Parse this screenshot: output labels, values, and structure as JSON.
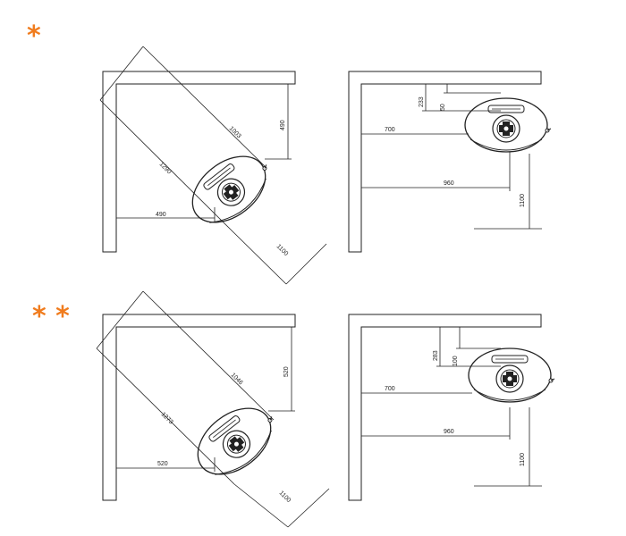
{
  "accent_color": "#f07c1e",
  "markers": {
    "first": "*",
    "second": "* *"
  },
  "diagrams": {
    "top_left": {
      "d1": "1003",
      "d2": "1290",
      "d3": "490",
      "d4": "490",
      "d5": "1100"
    },
    "top_right": {
      "d1": "233",
      "d2": "50",
      "d3": "700",
      "d4": "960",
      "d5": "1100"
    },
    "bottom_left": {
      "d1": "1046",
      "d2": "1273",
      "d3": "520",
      "d4": "520",
      "d5": "1100"
    },
    "bottom_right": {
      "d1": "283",
      "d2": "100",
      "d3": "700",
      "d4": "960",
      "d5": "1100"
    }
  }
}
